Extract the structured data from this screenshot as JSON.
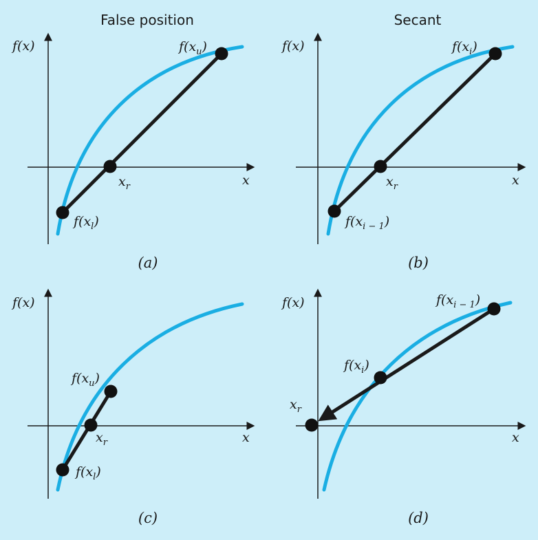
{
  "titles": {
    "left": "False position",
    "right": "Secant"
  },
  "labels": {
    "fx": "f(x)",
    "x": "x",
    "xr_base": "x",
    "xr_sub": "r",
    "fxu_base": "f(x",
    "fxu_sub": "u",
    "fxl_base": "f(x",
    "fxl_sub": "l",
    "fxi_base": "f(x",
    "fxi_sub": "i",
    "fxim1_sub": "i − 1",
    "close": ")"
  },
  "captions": {
    "a": "(a)",
    "b": "(b)",
    "c": "(c)",
    "d": "(d)"
  },
  "colors": {
    "background": "#cdeef9",
    "curve": "#1aaee3",
    "ink": "#1a1a1a"
  }
}
